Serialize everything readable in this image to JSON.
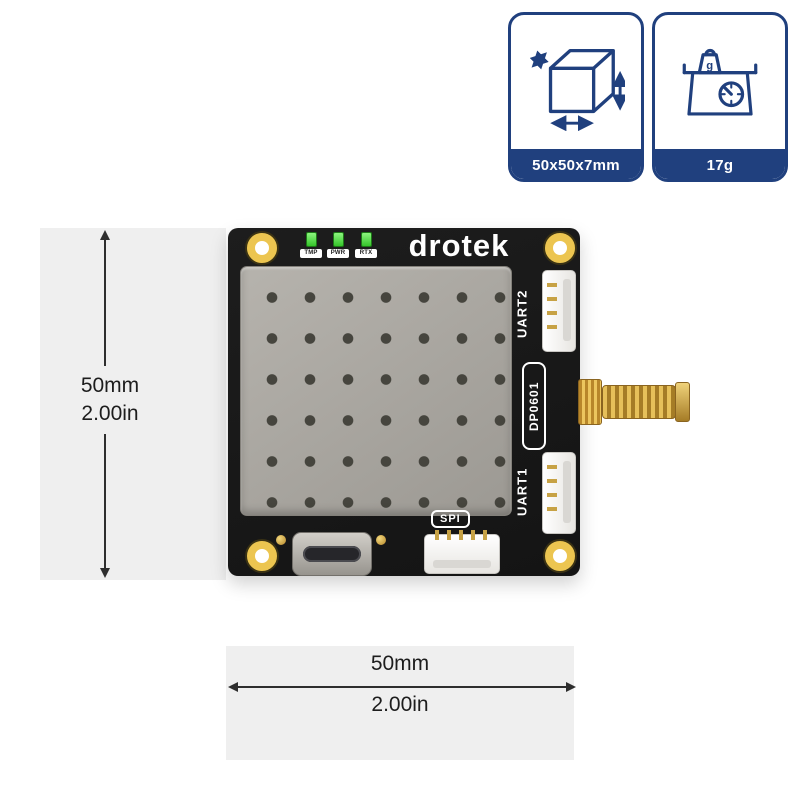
{
  "badges": {
    "dimensions": {
      "label": "50x50x7mm"
    },
    "weight": {
      "label": "17g",
      "glyph": "g"
    }
  },
  "board": {
    "brand": "drotek",
    "model": "DP0601",
    "leds": [
      "TMP",
      "PWR",
      "RTX"
    ],
    "connectors": {
      "uart2": "UART2",
      "uart1": "UART1",
      "spi": "SPI"
    }
  },
  "dimensions": {
    "vertical": {
      "primary": "50mm",
      "secondary": "2.00in"
    },
    "horizontal": {
      "primary": "50mm",
      "secondary": "2.00in"
    }
  },
  "colors": {
    "navy": "#20407e",
    "gold": "#ecc550",
    "pcb": "#181818",
    "shield": "#aba8a1",
    "band": "#efefef",
    "led_green": "#35c52a"
  }
}
